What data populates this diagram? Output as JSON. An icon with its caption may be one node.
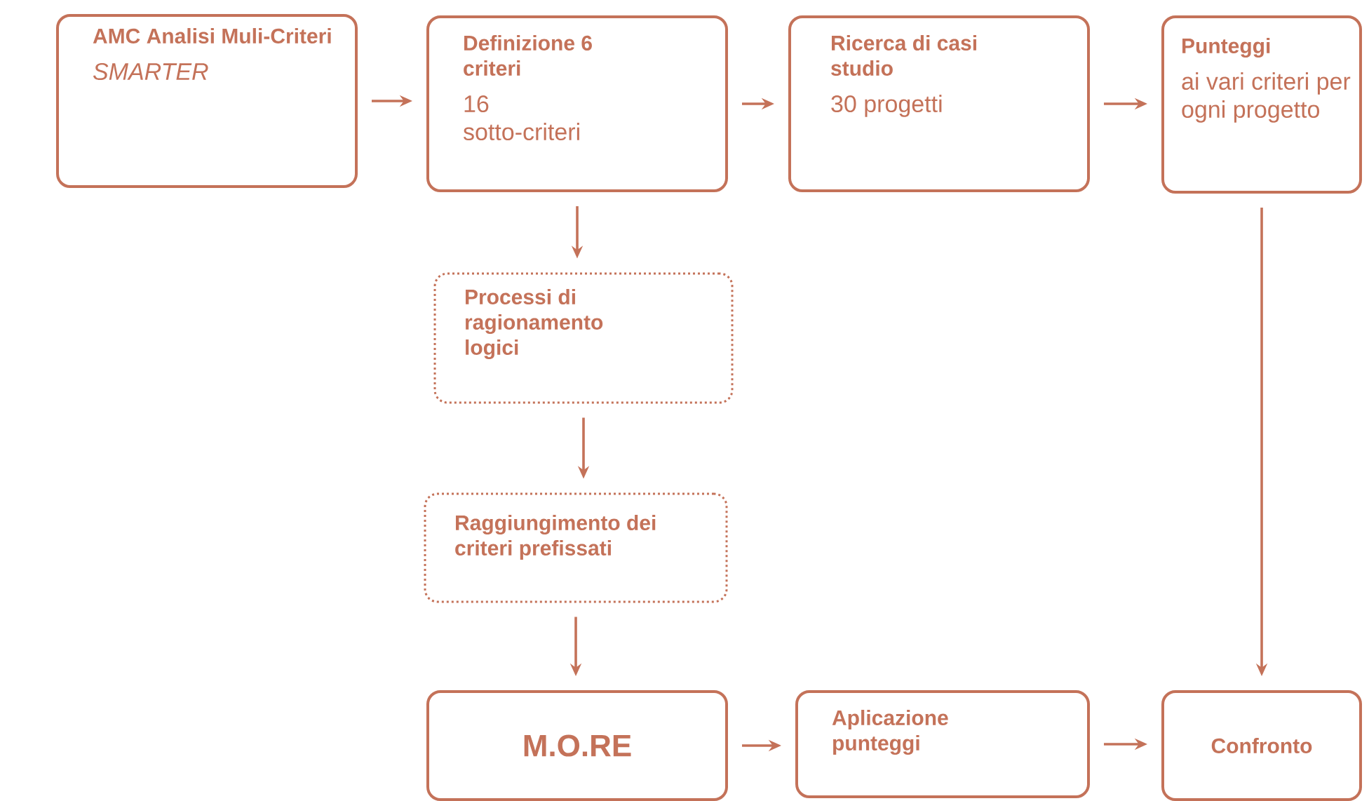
{
  "diagram": {
    "nodes": [
      {
        "text": [
          "AMC Analisi Muli-Criteri",
          "SMARTER"
        ]
      },
      {
        "text": [
          "Definizione 6 criteri",
          "16 sotto-criteri"
        ]
      },
      {
        "text": [
          "Ricerca di casi studio",
          "30 progetti"
        ]
      },
      {
        "text": [
          "Punteggi",
          "ai vari criteri per ogni progetto"
        ]
      },
      {
        "text": [
          "Processi di ragionamento logici"
        ]
      },
      {
        "text": [
          "Raggiungimento dei criteri prefissati"
        ]
      },
      {
        "text": [
          "M.O.RE"
        ]
      },
      {
        "text": [
          "Aplicazione punteggi"
        ]
      },
      {
        "text": [
          "Confronto"
        ]
      }
    ],
    "edges": [
      {
        "from": 0,
        "to": 1,
        "arrow": "to"
      },
      {
        "from": 1,
        "to": 2,
        "arrow": "to"
      },
      {
        "from": 2,
        "to": 3,
        "arrow": "to"
      },
      {
        "from": 1,
        "to": 4,
        "arrow": "to"
      },
      {
        "from": 4,
        "to": 5,
        "arrow": "to"
      },
      {
        "from": 5,
        "to": 6,
        "arrow": "to"
      },
      {
        "from": 6,
        "to": 7,
        "arrow": "to"
      },
      {
        "from": 7,
        "to": 8,
        "arrow": "to"
      },
      {
        "from": 3,
        "to": 8,
        "arrow": "to"
      }
    ]
  }
}
